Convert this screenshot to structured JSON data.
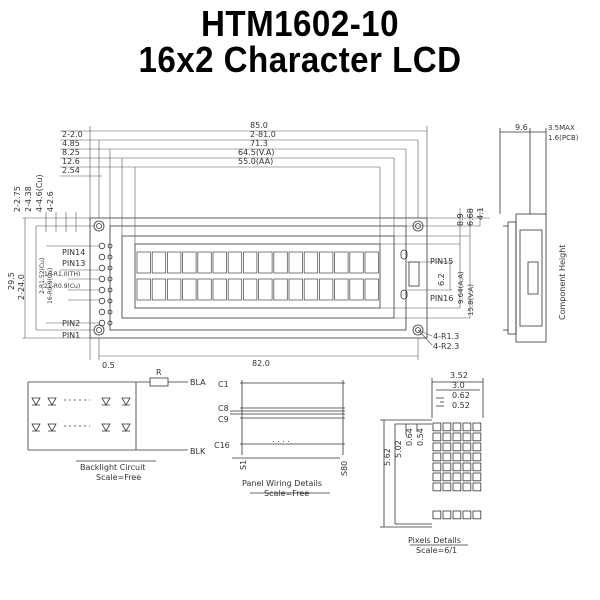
{
  "title_line1": "HTM1602-10",
  "title_line2": "16x2 Character LCD",
  "top_dims": {
    "d_2_2_0": "2-2.0",
    "d_85_0": "85.0",
    "d_4_85": "4.85",
    "d_2_81_0": "2-81.0",
    "d_8_25": "8.25",
    "d_71_3": "71.3",
    "d_12_6": "12.6",
    "d_64_5": "64.5(V.A)",
    "d_2_54": "2.54",
    "d_55_0": "55.0(AA)"
  },
  "left_dims": {
    "d_2_2_75": "2-2.75",
    "d_2_4_38": "2-4.38",
    "d_4_4_6": "4-4.6(Cu)",
    "d_4_2_6": "4-2.6",
    "d_29_5": "29.5",
    "d_2_24_0": "2-24.0",
    "d_2_r": "2-R1.52(Cu)",
    "d_16_p": "16-R1.0(TH)",
    "d_16_r": "16-R0.9(Cu)",
    "d_21_r": "21-R0.9(Cu)"
  },
  "right_dims": {
    "d_8_9": "8.9",
    "d_6_68": "6.68",
    "d_4_1": "4.1",
    "d_6_2": "6.2",
    "d_9_64": "9.64(A.A)",
    "d_15_8": "15.8(V.A)",
    "d_4_r1_3": "4-R1.3",
    "d_4_r2_3": "4-R2.3"
  },
  "bottom_dims": {
    "d_0_5": "0.5",
    "d_82_0": "82.0"
  },
  "pins": {
    "pin14": "PIN14",
    "pin13": "PIN13",
    "pin2": "PIN2",
    "pin1": "PIN1",
    "pin15": "PIN15",
    "pin16": "PIN16"
  },
  "side_view": {
    "d_9_6": "9.6",
    "d_3_5": "3.5MAX",
    "d_1_6": "1.6(PCB)",
    "component_height": "Component Height"
  },
  "backlight": {
    "r_label": "R",
    "bla": "BLA",
    "blk": "BLK",
    "caption": "Backlight Circuit",
    "scale": "Scale=Free"
  },
  "panel": {
    "c1": "C1",
    "c8": "C8",
    "c9": "C9",
    "c16": "C16",
    "s1": "S1",
    "s80": "S80",
    "dots": ". . . .",
    "caption": "Panel Wiring Details",
    "scale": "Scale=Free"
  },
  "pixels": {
    "d_3_52": "3.52",
    "d_3_0": "3.0",
    "d_0_62": "0.62",
    "d_0_52": "0.52",
    "d_5_62": "5.62",
    "d_5_02": "5.02",
    "d_0_64": "0.64",
    "d_0_54": "0.54",
    "caption": "Pixels Details",
    "scale": "Scale=6/1"
  },
  "colors": {
    "line": "#333333",
    "title": "#000000"
  }
}
